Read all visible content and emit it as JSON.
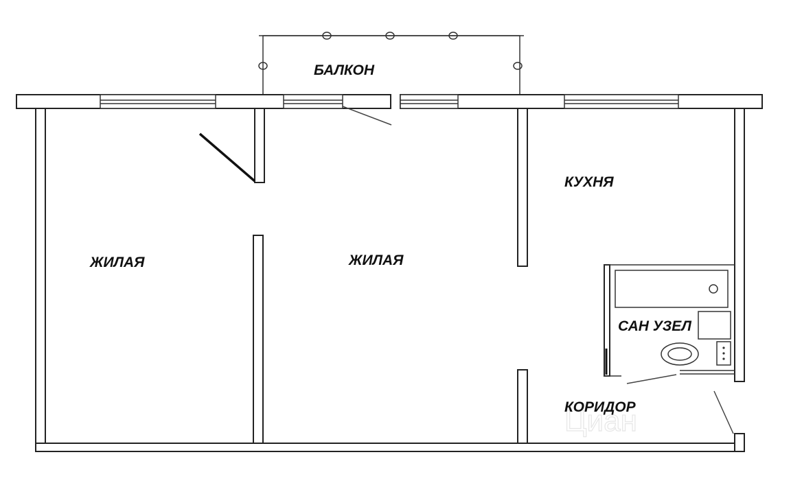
{
  "rooms": {
    "balcony": "БАЛКОН",
    "living_left": "ЖИЛАЯ",
    "living_center": "ЖИЛАЯ",
    "kitchen": "КУХНЯ",
    "bathroom": "САН УЗЕЛ",
    "corridor": "КОРИДОР"
  },
  "watermark": "Циан"
}
